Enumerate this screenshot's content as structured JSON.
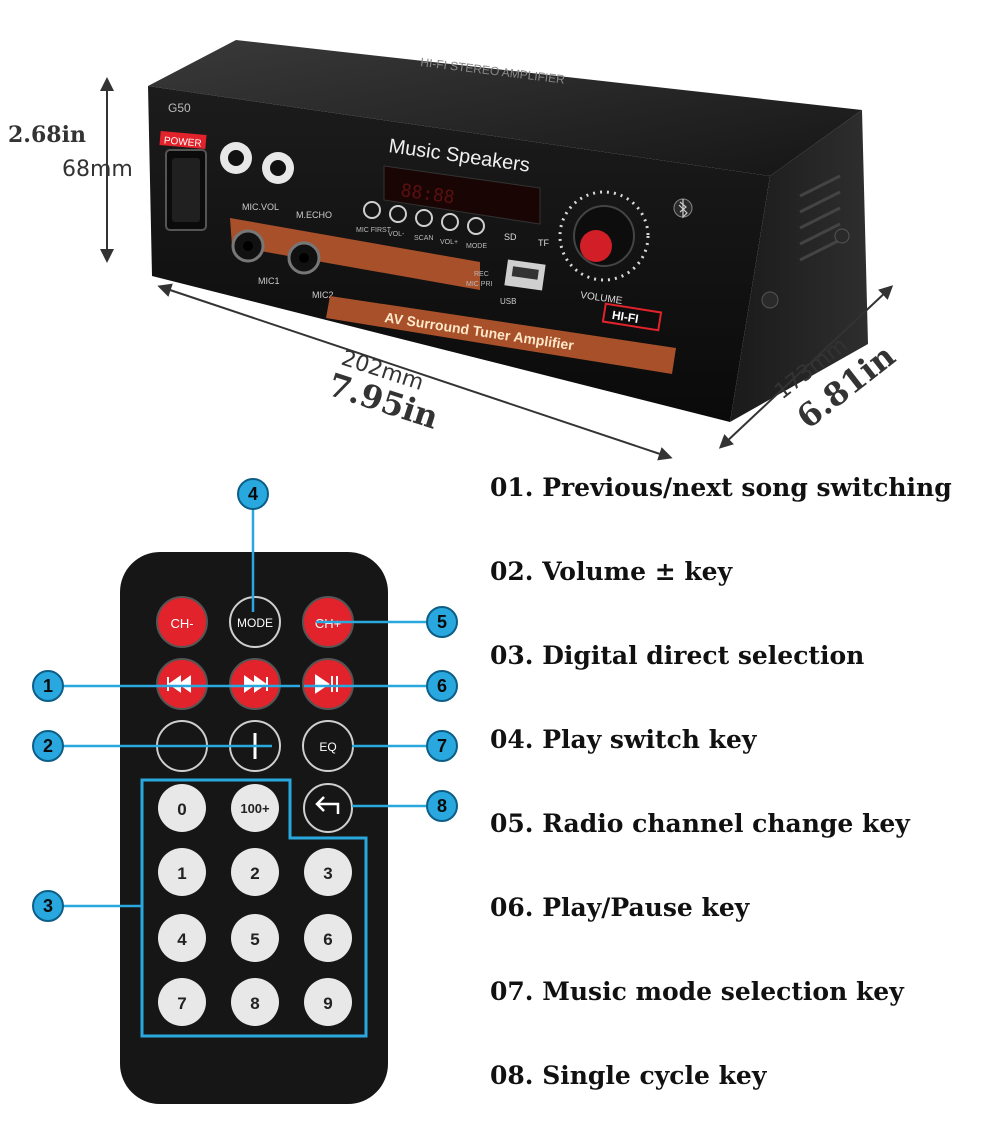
{
  "dimensions": {
    "height_in": "2.68in",
    "height_mm": "68mm",
    "width_mm": "202mm",
    "width_in": "7.95in",
    "depth_mm": "173mm",
    "depth_in": "6.81in"
  },
  "amplifier": {
    "model": "G50",
    "power_label": "POWER",
    "display_title": "Music Speakers",
    "top_label": "HI-FI STEREO AMPLIFIER",
    "mic_vol": "MIC.VOL",
    "mic_echo": "M.ECHO",
    "mic1": "MIC1",
    "mic2": "MIC2",
    "volume": "VOLUME",
    "usb": "USB",
    "tf": "TF",
    "rec": "REC",
    "mic_pri": "MIC PRI",
    "hifi_badge": "HI-FI",
    "band_text": "AV Surround Tuner Amplifier",
    "display_digits": "88:88",
    "button_labels": [
      "MIC FIRST",
      "VOL-",
      "SCAN",
      "VOL+",
      "MODE"
    ]
  },
  "remote": {
    "buttons": {
      "ch_minus": "CH-",
      "mode": "MODE",
      "ch_plus": "CH+",
      "eq": "EQ",
      "zero": "0",
      "hundred_plus": "100+",
      "digits": [
        "1",
        "2",
        "3",
        "4",
        "5",
        "6",
        "7",
        "8",
        "9"
      ]
    },
    "callouts": [
      "1",
      "2",
      "3",
      "4",
      "5",
      "6",
      "7",
      "8"
    ],
    "colors": {
      "red": "#e2232b",
      "callout_blue": "#29a8df",
      "body": "#161616",
      "key_white": "#e8e8e8"
    }
  },
  "features": [
    "01. Previous/next song switching",
    "02. Volume  ±  key",
    "03. Digital direct selection",
    "04. Play switch key",
    "05. Radio channel change key",
    "06. Play/Pause key",
    "07. Music mode selection key",
    "08. Single cycle key"
  ]
}
